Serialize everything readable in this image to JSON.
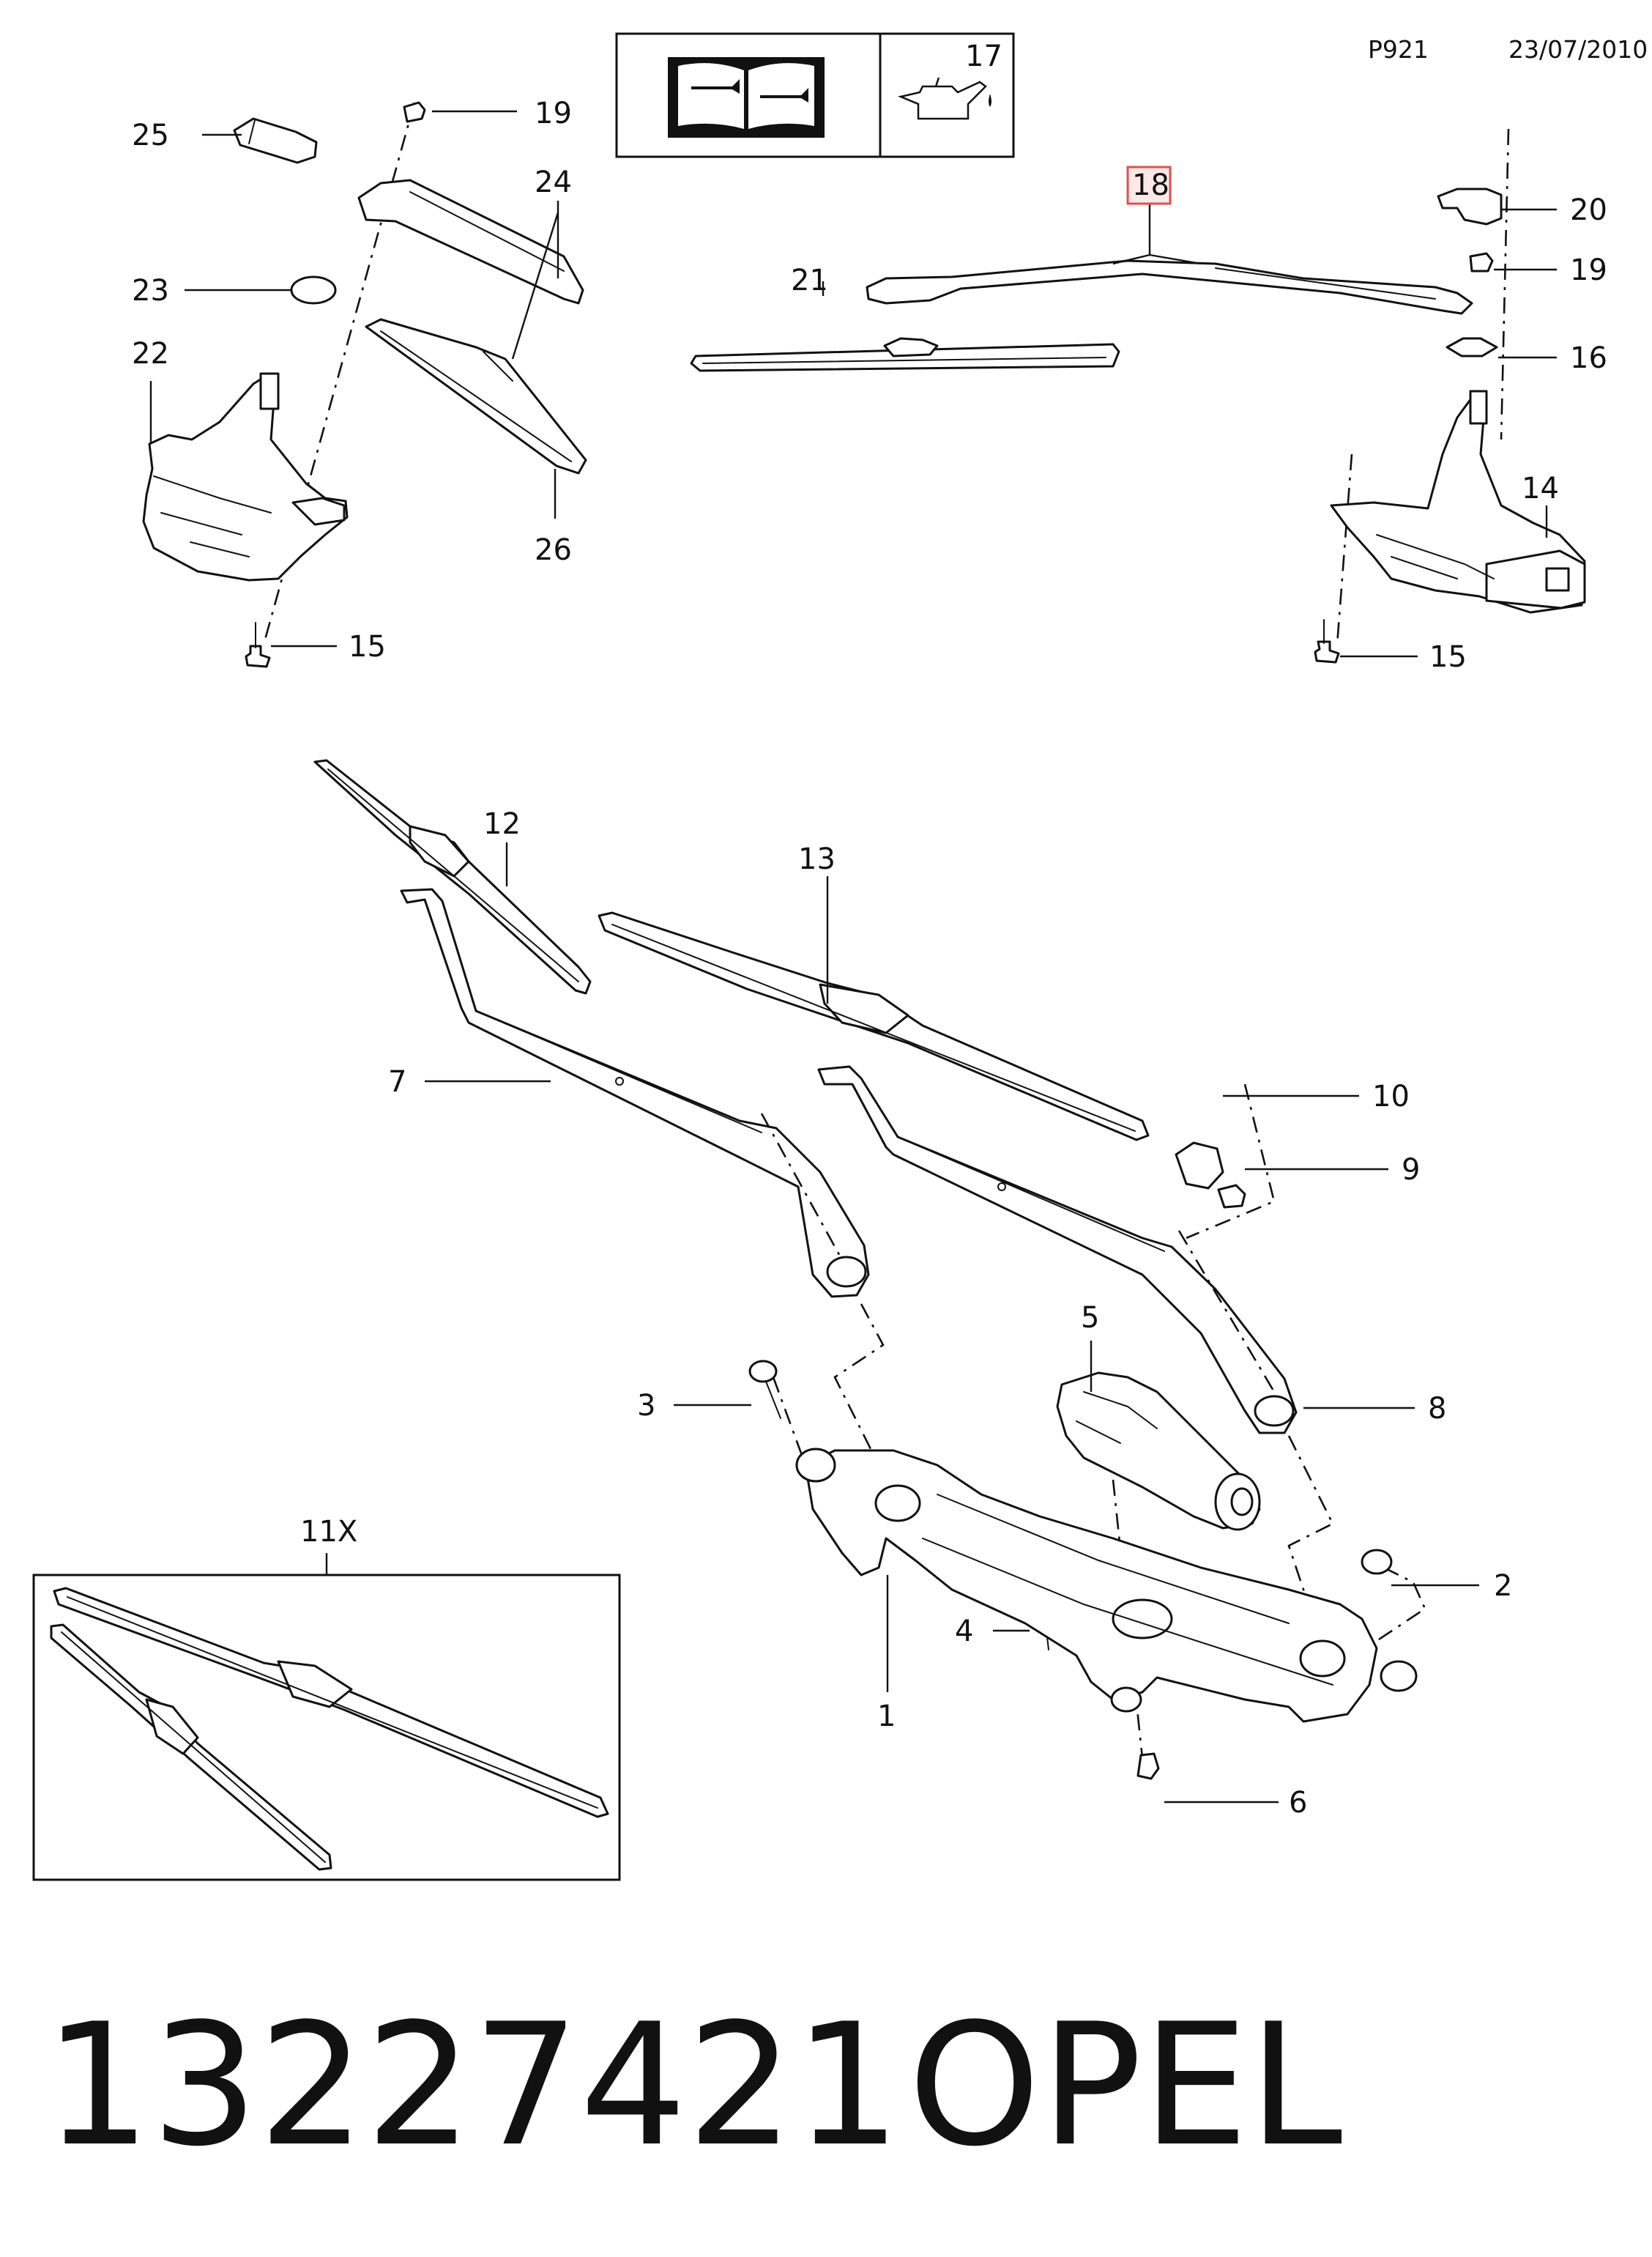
{
  "header": {
    "page_code": "P921",
    "date": "23/07/2010"
  },
  "manual_box": {
    "icon": "repair-manual-icon",
    "callout": "17",
    "oil_icon": "oil-can-icon"
  },
  "callouts": {
    "c1": "1",
    "c2": "2",
    "c3": "3",
    "c4": "4",
    "c5": "5",
    "c6": "6",
    "c7": "7",
    "c8": "8",
    "c9": "9",
    "c10": "10",
    "c12": "12",
    "c13": "13",
    "c14": "14",
    "c15a": "15",
    "c15b": "15",
    "c16": "16",
    "c18": "18",
    "c19a": "19",
    "c19b": "19",
    "c20": "20",
    "c21": "21",
    "c22": "22",
    "c23": "23",
    "c24": "24",
    "c25": "25",
    "c26": "26"
  },
  "highlight": {
    "part": "18",
    "color": "#d9534f"
  },
  "kit_box": {
    "label": "11X"
  },
  "footer": {
    "part_number": "13227421",
    "brand": "OPEL"
  }
}
